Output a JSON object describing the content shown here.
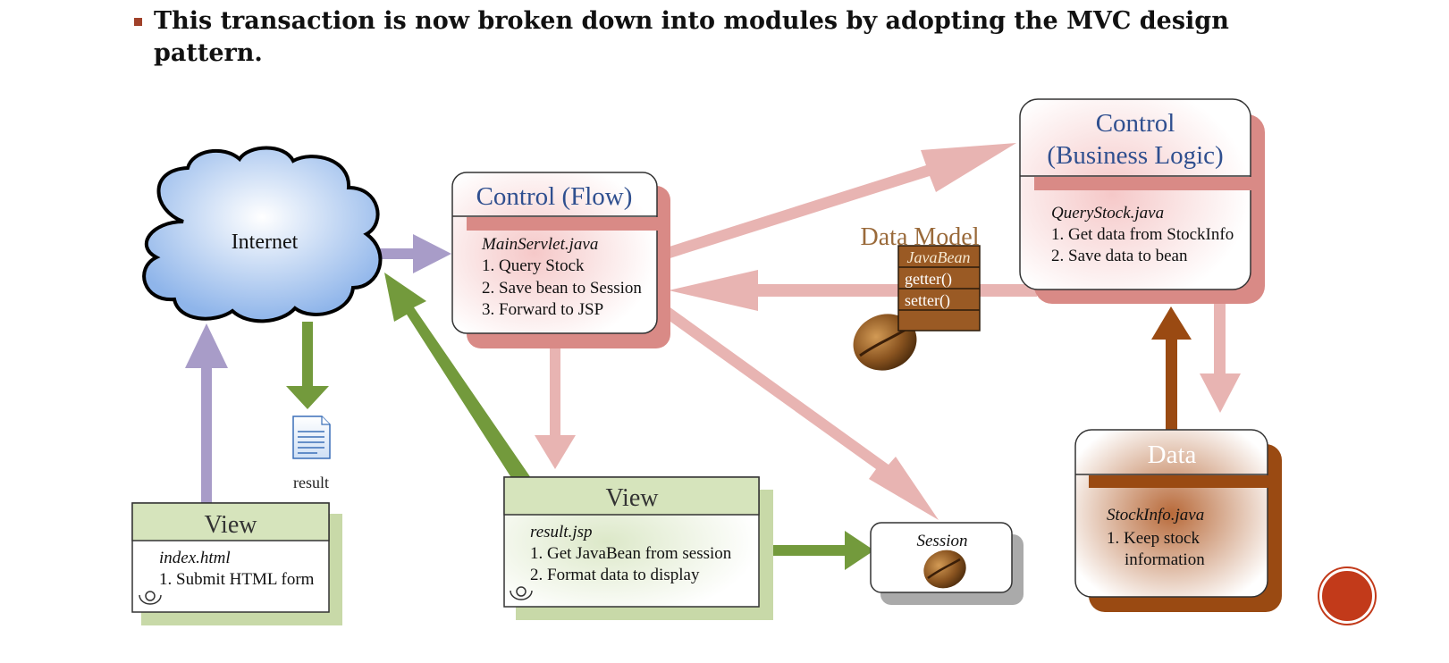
{
  "slide": {
    "bullet_text": "This transaction is now broken down into modules by adopting the MVC design pattern."
  },
  "colors": {
    "purple_arrow": "#a89cc8",
    "green_arrow": "#739a3c",
    "pink_arrow": "#e8b4b2",
    "brown_arrow": "#9a4a12",
    "control_shadow": "#d98a86",
    "view_shadow": "#c8d9a8",
    "data_shadow": "#9a4a12",
    "cloud_fill": "#8fb5ea",
    "bean_box": "#9a5a24",
    "accent_button": "#c23a1a"
  },
  "internet": {
    "label": "Internet"
  },
  "result_doc": {
    "label": "result"
  },
  "view_index": {
    "title": "View",
    "file": "index.html",
    "step1": "1. Submit HTML form"
  },
  "control_flow": {
    "title": "Control (Flow)",
    "file": "MainServlet.java",
    "step1": "1. Query Stock",
    "step2": "2. Save bean to Session",
    "step3": "3. Forward to JSP"
  },
  "control_logic": {
    "title_line1": "Control",
    "title_line2": "(Business Logic)",
    "file": "QueryStock.java",
    "step1": "1. Get data from StockInfo",
    "step2": "2. Save data to bean"
  },
  "data_model": {
    "title": "Data Model",
    "bean_name": "JavaBean",
    "getter": "getter()",
    "setter": "setter()"
  },
  "view_result": {
    "title": "View",
    "file": "result.jsp",
    "step1": "1. Get JavaBean from session",
    "step2": "2. Format data to display"
  },
  "session": {
    "label": "Session"
  },
  "data_box": {
    "title": "Data",
    "file": "StockInfo.java",
    "step1": "1. Keep stock",
    "step1_cont": "information"
  }
}
